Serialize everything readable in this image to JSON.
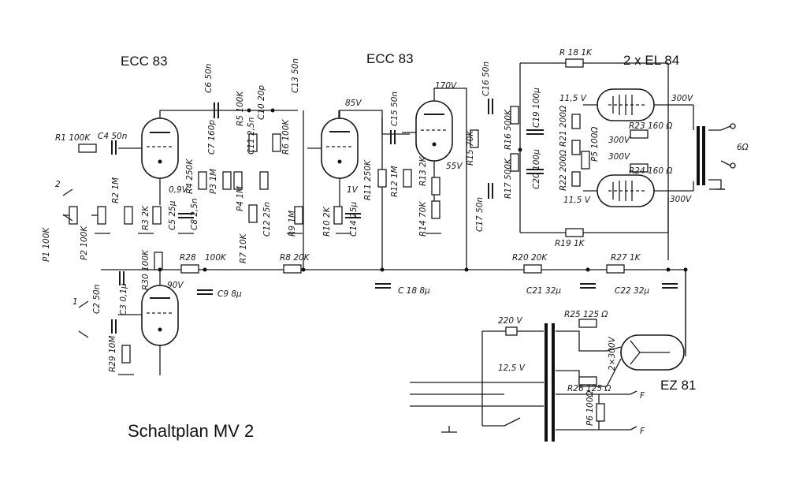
{
  "title": "Schaltplan MV 2",
  "tubes": {
    "v1": "ECC 83",
    "v2": "ECC 83",
    "power": "2 x EL 84",
    "rectifier": "EZ 81"
  },
  "inputs": {
    "in1": "1",
    "in2": "2"
  },
  "output_label": "6Ω",
  "fuse_out_1": "F",
  "fuse_out_2": "F",
  "labels": {
    "r1": "R1 100K",
    "c4": "C4 50n",
    "p1": "P1 100K",
    "p2": "P2 100K",
    "r2": "R2 1M",
    "r3": "R3 2K",
    "c5": "C5 25µ",
    "v09": "0,9V",
    "r4": "R4 250K",
    "c6": "C6 50n",
    "c7": "C7 160p",
    "p3": "P3 1M",
    "c8": "C8 2,5n",
    "p4": "P4 1M",
    "r5": "R5 100K",
    "c10": "C10 20p",
    "c11": "C11 2,5n",
    "r6": "R6 100K",
    "c13": "C13 50n",
    "r7": "R7 10K",
    "c12": "C12 25n",
    "r9": "R9 1M",
    "v85": "85V",
    "c15": "C15 50n",
    "r11": "R11 250K",
    "v1v": "1V",
    "r10": "R10 2K",
    "c14": "C14 25µ",
    "v170": "170V",
    "c16": "C16 50n",
    "r12": "R12 1M",
    "r13": "R13 2K",
    "v55": "55V",
    "r15": "R15 70K",
    "r14": "R14 70K",
    "c17": "C17 50n",
    "r18": "R 18  1K",
    "r16": "R16 500K",
    "c19": "C19 100µ",
    "v115a": "11,5 V",
    "r21": "R21 200Ω",
    "p5": "P5 100Ω",
    "r17": "R17 500K",
    "c20": "C20 100µ",
    "r22": "R22 200Ω",
    "v115b": "11,5 V",
    "v300a": "300V",
    "r23": "R23  160 Ω",
    "v300b": "300V",
    "v300c": "300V",
    "r24": "R24  160 Ω",
    "v300d": "300V",
    "r19": "R19  1K",
    "r28": "R28",
    "r30": "R30 100K",
    "v90": "90V",
    "k100": "100K",
    "c9": "C9  8µ",
    "r8": "R8  20K",
    "c18": "C 18  8µ",
    "r20": "R20  20K",
    "c21": "C21  32µ",
    "r27": "R27  1K",
    "c22": "C22  32µ",
    "c2": "C2 50n",
    "c3": "C3 0,1µ",
    "r29": "R29 10M",
    "v220": "220 V",
    "r25": "R25   125 Ω",
    "v300r": "2×300V",
    "v125": "12,5 V",
    "r26": "R26  125 Ω",
    "p6": "P6 100Ω"
  }
}
